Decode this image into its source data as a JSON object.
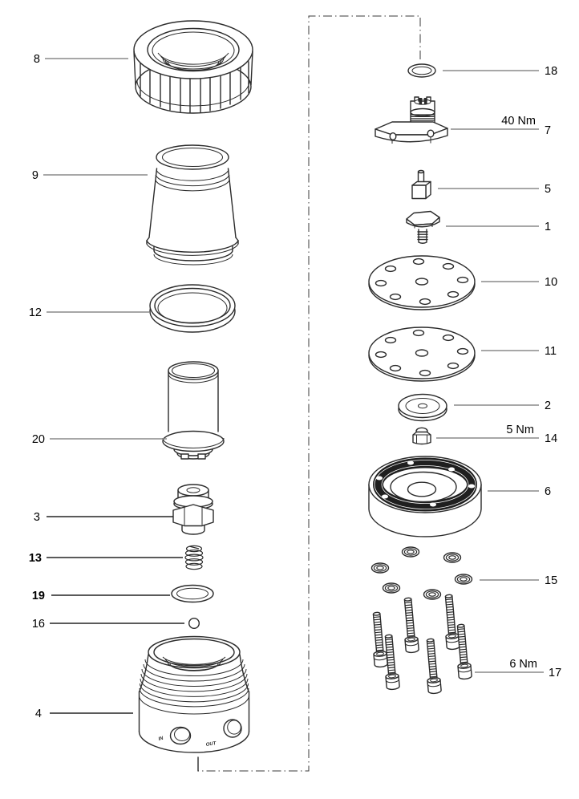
{
  "figure": {
    "type": "exploded-parts-diagram",
    "columns": 2
  },
  "colors": {
    "background": "#ffffff",
    "line_art": "#2b2b2b",
    "leader": "#8a8a8a",
    "leader_dark": "#232323",
    "centerline": "#3a3a3a",
    "text": "#000000"
  },
  "callouts": {
    "c8": {
      "label": "8"
    },
    "c9": {
      "label": "9"
    },
    "c12": {
      "label": "12"
    },
    "c20": {
      "label": "20"
    },
    "c3": {
      "label": "3"
    },
    "c13": {
      "label": "13"
    },
    "c19": {
      "label": "19"
    },
    "c16": {
      "label": "16"
    },
    "c4": {
      "label": "4"
    },
    "c18": {
      "label": "18"
    },
    "c7": {
      "label": "7",
      "torque": "40 Nm"
    },
    "c5": {
      "label": "5"
    },
    "c1": {
      "label": "1"
    },
    "c10": {
      "label": "10"
    },
    "c11": {
      "label": "11"
    },
    "c2": {
      "label": "2"
    },
    "c14": {
      "label": "14",
      "torque": "5 Nm"
    },
    "c6": {
      "label": "6"
    },
    "c15": {
      "label": "15"
    },
    "c17": {
      "label": "17",
      "torque": "6 Nm"
    }
  },
  "markings": {
    "in": "IN",
    "out": "OUT"
  }
}
